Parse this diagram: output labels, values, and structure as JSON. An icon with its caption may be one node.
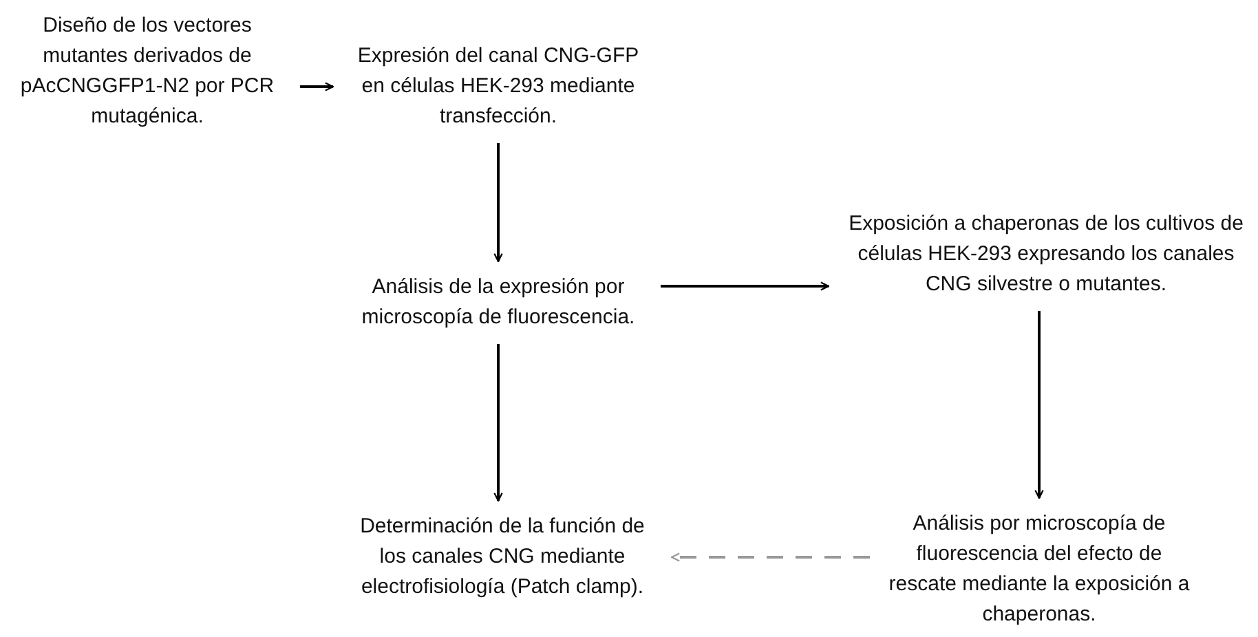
{
  "diagram": {
    "nodes": [
      {
        "text": [
          "Diseño de los vectores mutantes derivados de pAcCNGGFP1-N2 por PCR mutagénica."
        ]
      },
      {
        "text": [
          "Expresión del canal CNG-GFP en células HEK-293 mediante transfección."
        ]
      },
      {
        "text": [
          "Análisis de la expresión por microscopía de fluorescencia."
        ]
      },
      {
        "text": [
          "Exposición a chaperonas de los cultivos de células HEK-293 expresando los canales CNG silvestre o mutantes."
        ]
      },
      {
        "text": [
          "Determinación de la función de los canales CNG mediante electrofisiología (Patch clamp)."
        ]
      },
      {
        "text": [
          "Análisis por microscopía de fluorescencia del efecto de rescate mediante la exposición a chaperonas."
        ]
      }
    ],
    "edges": [
      {
        "from": 0,
        "to": 1,
        "arrow": "to"
      },
      {
        "from": 1,
        "to": 2,
        "arrow": "to"
      },
      {
        "from": 2,
        "to": 3,
        "arrow": "to"
      },
      {
        "from": 2,
        "to": 4,
        "arrow": "to"
      },
      {
        "from": 3,
        "to": 5,
        "arrow": "to"
      },
      {
        "from": 5,
        "to": 4,
        "arrow": "to",
        "style": "dashed",
        "color": "#999999"
      }
    ]
  }
}
